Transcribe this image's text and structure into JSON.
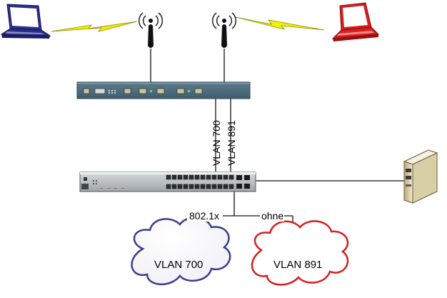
{
  "vlan_labels": {
    "left": "VLAN 700",
    "right": "VLAN 891"
  },
  "port_labels": {
    "left": "802.1x",
    "right": "ohne"
  },
  "clouds": {
    "left": "VLAN 700",
    "right": "VLAN 891"
  },
  "colors": {
    "laptop_left": "#2b2e8c",
    "laptop_right": "#d81e1e",
    "cloud_left": "#3a3d8f",
    "cloud_right": "#d81e1e",
    "wireless_bolt": "#f4f000",
    "access_point_body": "#4b6a7a"
  }
}
